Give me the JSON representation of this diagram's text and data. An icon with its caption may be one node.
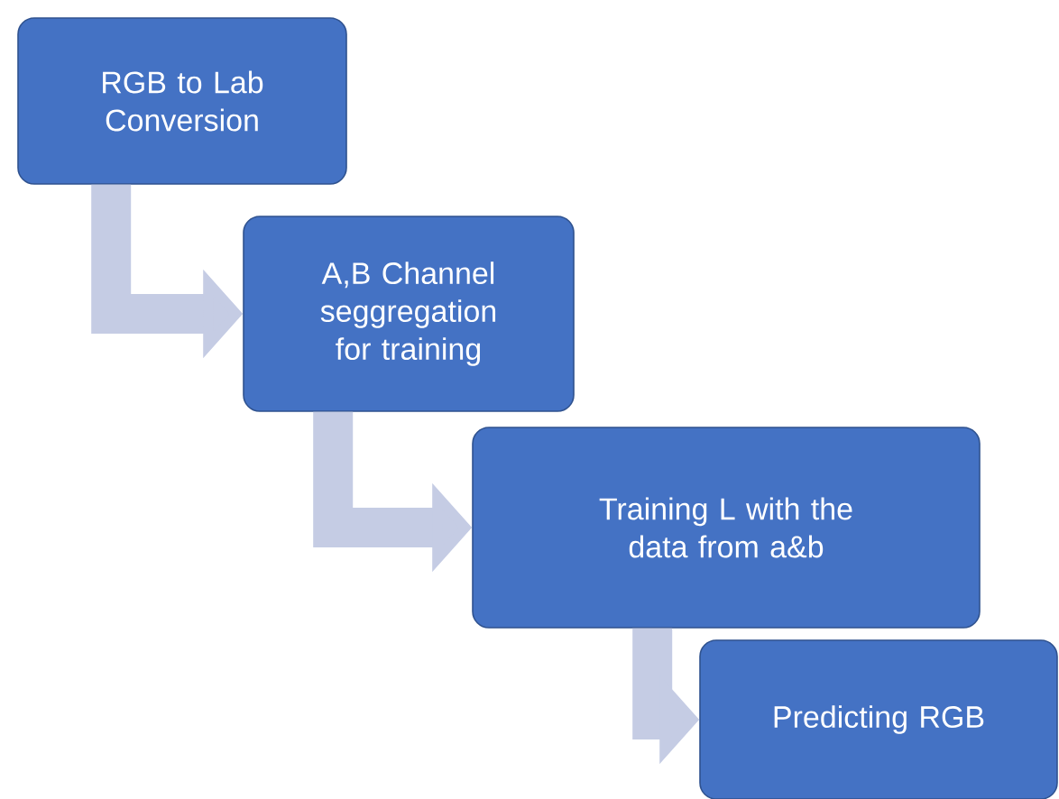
{
  "diagram": {
    "nodes": [
      {
        "text": [
          "RGB to Lab Conversion"
        ]
      },
      {
        "text": [
          "A,B Channel seggregation for training"
        ]
      },
      {
        "text": [
          "Training L with the data from a&b"
        ]
      },
      {
        "text": [
          "Predicting RGB"
        ]
      }
    ],
    "edges": [
      {
        "from": 0,
        "to": 1,
        "arrow": "to"
      },
      {
        "from": 1,
        "to": 2,
        "arrow": "to"
      },
      {
        "from": 2,
        "to": 3,
        "arrow": "to"
      }
    ]
  }
}
